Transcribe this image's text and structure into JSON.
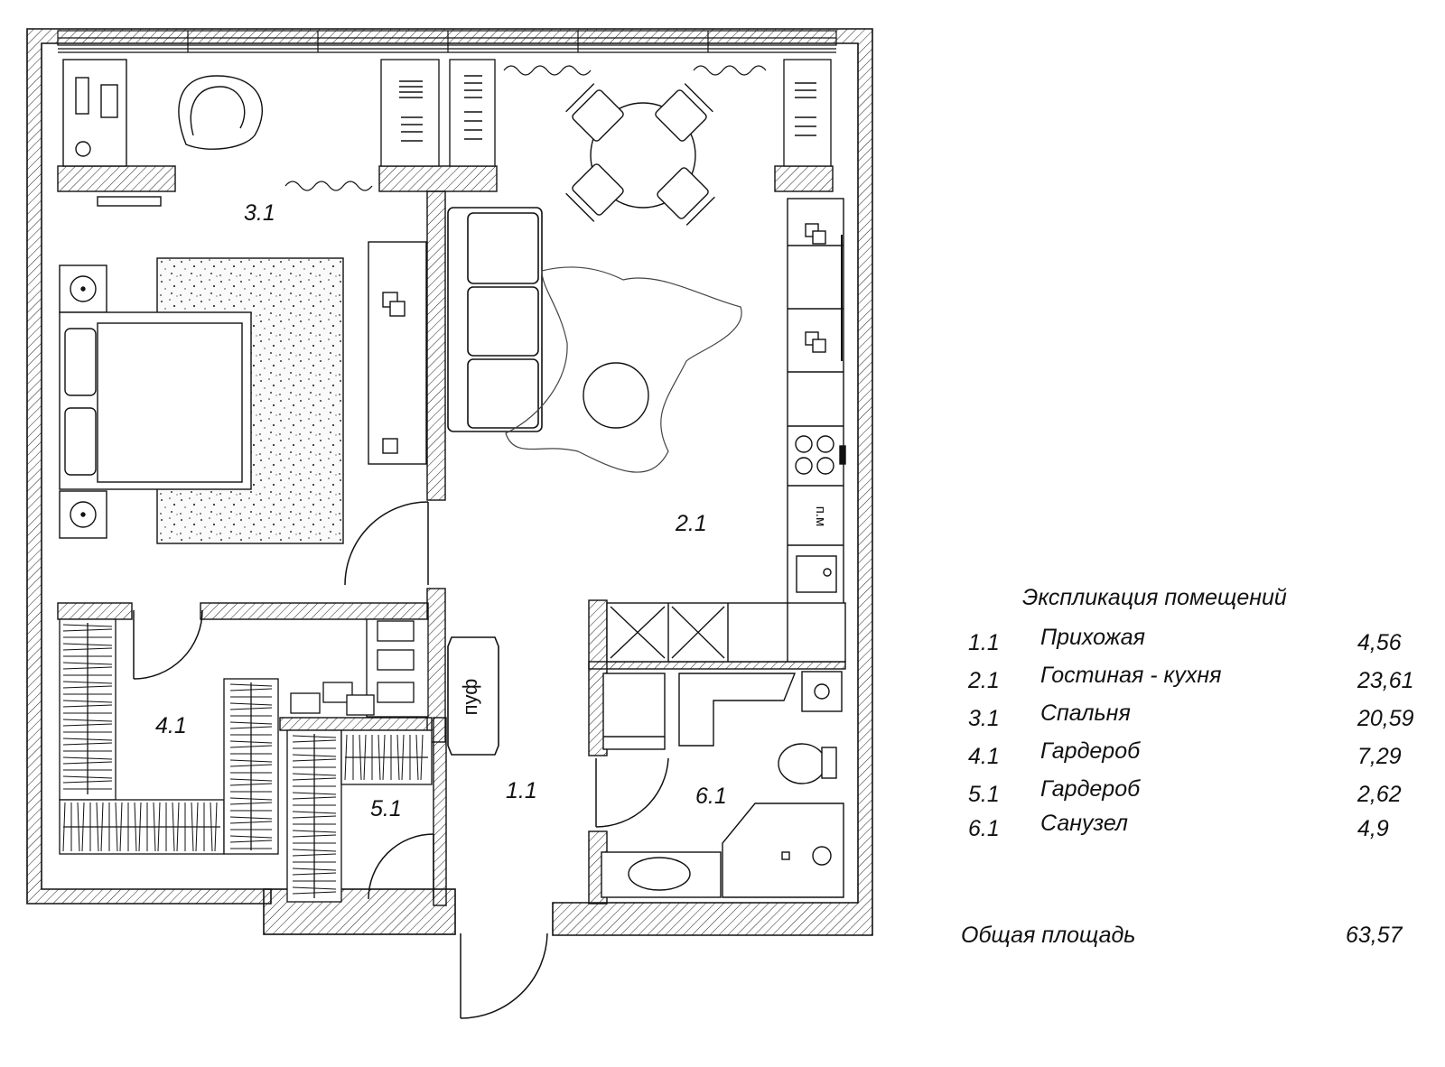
{
  "rooms": [
    {
      "id": "1.1",
      "label": "1.1"
    },
    {
      "id": "2.1",
      "label": "2.1"
    },
    {
      "id": "3.1",
      "label": "3.1"
    },
    {
      "id": "4.1",
      "label": "4.1"
    },
    {
      "id": "5.1",
      "label": "5.1"
    },
    {
      "id": "6.1",
      "label": "6.1"
    }
  ],
  "furniture_labels": {
    "pouf": "пуф",
    "dishwasher": "п.м"
  },
  "legend": {
    "title": "Экспликация помещений",
    "items": [
      {
        "num": "1.1",
        "name": "Прихожая",
        "area": "4,56"
      },
      {
        "num": "2.1",
        "name": "Гостиная - кухня",
        "area": "23,61"
      },
      {
        "num": "3.1",
        "name": "Спальня",
        "area": "20,59"
      },
      {
        "num": "4.1",
        "name": "Гардероб",
        "area": "7,29"
      },
      {
        "num": "5.1",
        "name": "Гардероб",
        "area": "2,62"
      },
      {
        "num": "6.1",
        "name": "Санузел",
        "area": "4,9"
      }
    ],
    "total_label": "Общая площадь",
    "total_area": "63,57"
  },
  "colors": {
    "line": "#111111",
    "background": "#ffffff",
    "rug_speckle": "#444444"
  }
}
